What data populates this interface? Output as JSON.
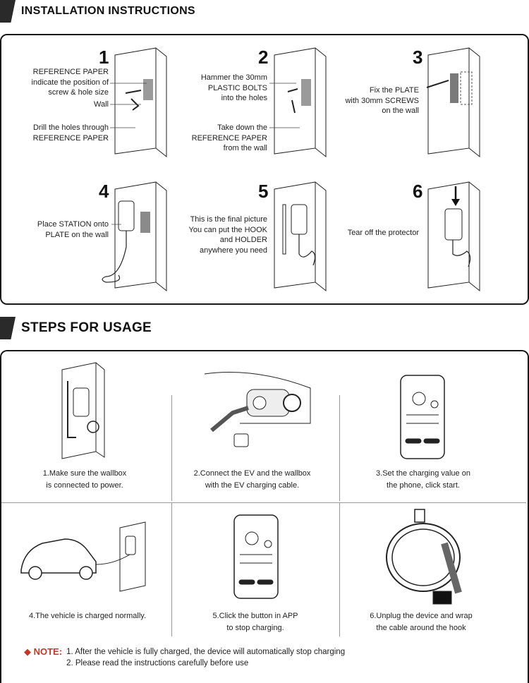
{
  "headers": {
    "installation": "INSTALLATION  INSTRUCTIONS",
    "usage": "STEPS FOR  USAGE"
  },
  "install_steps": [
    {
      "number": "1",
      "labels": [
        "REFERENCE PAPER\nindicate the position of\nscrew & hole size",
        "Wall",
        "Drill the holes through\nREFERENCE PAPER"
      ]
    },
    {
      "number": "2",
      "labels": [
        "Hammer the 30mm\nPLASTIC BOLTS\ninto the holes",
        "Take down the\nREFERENCE PAPER\nfrom the wall"
      ]
    },
    {
      "number": "3",
      "labels": [
        "Fix the PLATE\nwith 30mm SCREWS\non the wall"
      ]
    },
    {
      "number": "4",
      "labels": [
        "Place STATION onto\nPLATE on the wall"
      ]
    },
    {
      "number": "5",
      "labels": [
        "This is the final picture\nYou can put the HOOK\nand HOLDER\nanywhere you need"
      ]
    },
    {
      "number": "6",
      "labels": [
        "Tear off the protector"
      ]
    }
  ],
  "usage_steps": [
    {
      "caption": "1.Make sure the wallbox\nis connected to power."
    },
    {
      "caption": "2.Connect the EV and the wallbox\nwith the EV charging cable."
    },
    {
      "caption": "3.Set the charging value on\nthe phone, click start."
    },
    {
      "caption": "4.The vehicle is charged normally."
    },
    {
      "caption": "5.Click the button in APP\nto stop charging."
    },
    {
      "caption": "6.Unplug the device and wrap\nthe cable around the hook"
    }
  ],
  "note": {
    "tag": "◆ NOTE:",
    "lines": [
      "1. After the vehicle is fully charged, the device will automatically stop charging",
      "2. Please read the instructions carefully before use"
    ]
  },
  "colors": {
    "accent": "#c0392b",
    "frame": "#1a1a1a",
    "plate": "#8a8a8a"
  }
}
